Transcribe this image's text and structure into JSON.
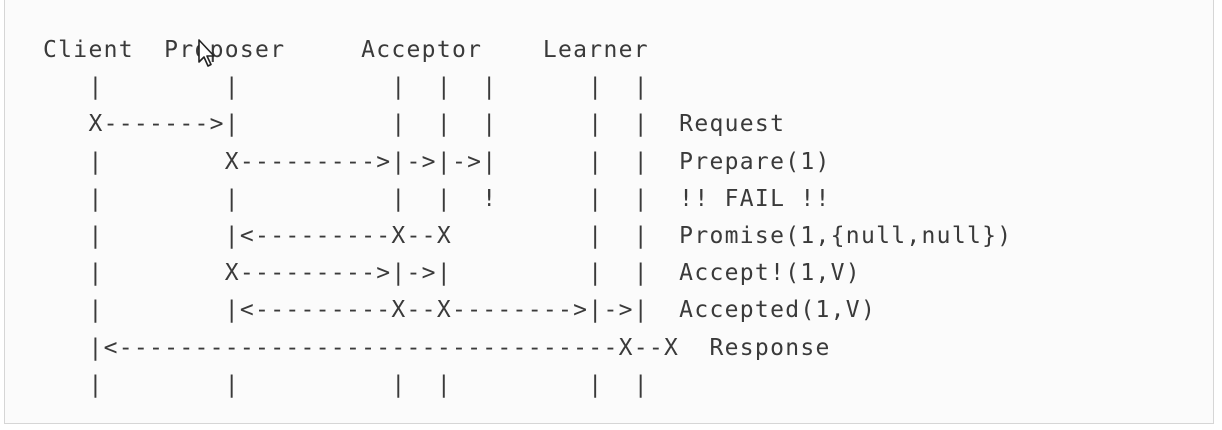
{
  "diagram": {
    "lines": [
      "Client  Proposer     Acceptor    Learner",
      "   |        |          |  |  |      |  |",
      "   X------->|          |  |  |      |  |  Request",
      "   |        X--------->|->|->|      |  |  Prepare(1)",
      "   |        |          |  |  !      |  |  !! FAIL !!",
      "   |        |<---------X--X         |  |  Promise(1,{null,null})",
      "   |        X--------->|->|         |  |  Accept!(1,V)",
      "   |        |<---------X--X-------->|->|  Accepted(1,V)",
      "   |<---------------------------------X--X  Response",
      "   |        |          |  |         |  |"
    ]
  }
}
